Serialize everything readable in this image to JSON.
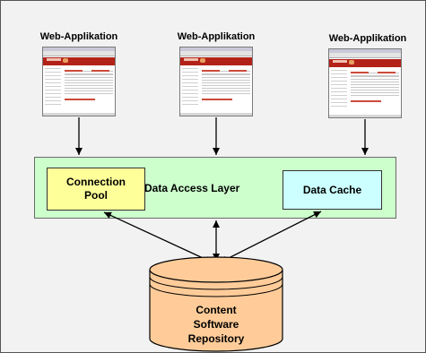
{
  "web_apps": [
    {
      "title": "Web-Applikation"
    },
    {
      "title": "Web-Applikation"
    },
    {
      "title": "Web-Applikation"
    }
  ],
  "data_access_layer": {
    "label": "Data Access Layer",
    "fill": "#ccffcc"
  },
  "connection_pool": {
    "line1": "Connection",
    "line2": "Pool",
    "fill": "#ffff99"
  },
  "data_cache": {
    "label": "Data Cache",
    "fill": "#ccffff"
  },
  "repository": {
    "line1": "Content",
    "line2": "Software",
    "line3": "Repository",
    "fill": "#ffcc99"
  },
  "connections": [
    "Web-Applikation → Data Access Layer (x3)",
    "Connection Pool ↔ Content Software Repository",
    "Data Access Layer ↔ Content Software Repository",
    "Data Cache ↔ Content Software Repository"
  ]
}
